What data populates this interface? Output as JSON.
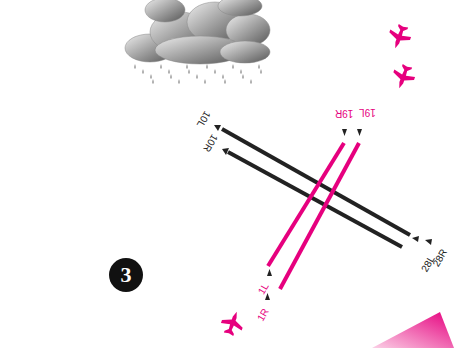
{
  "diagram": {
    "labels": [
      "10L",
      "10R",
      "19R",
      "19L",
      "28L",
      "28R",
      "1L",
      "1R",
      "3"
    ]
  }
}
